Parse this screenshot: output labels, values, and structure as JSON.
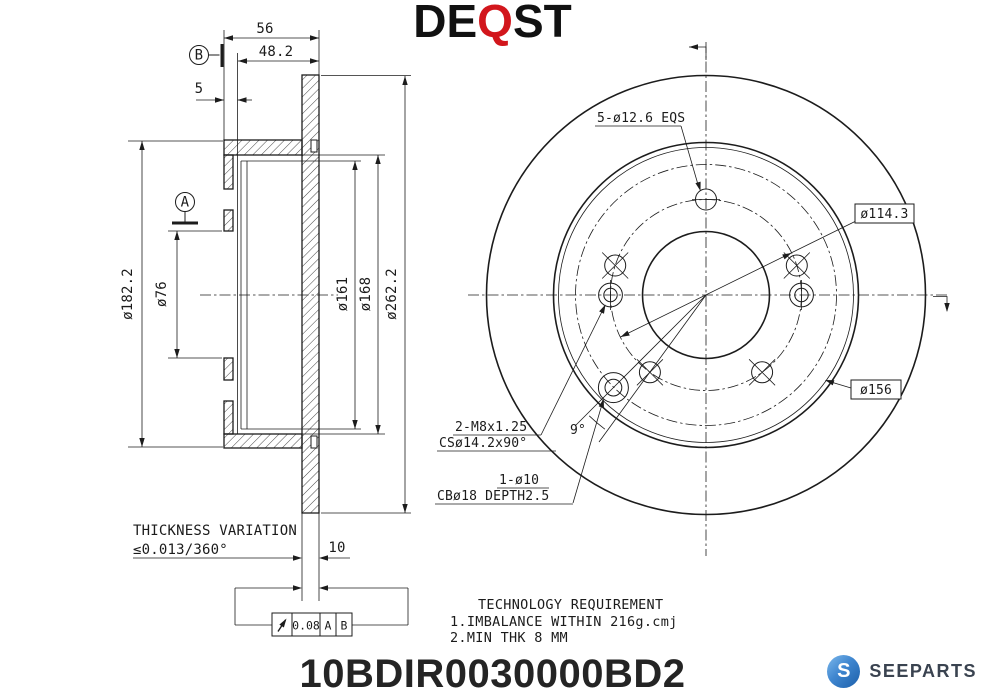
{
  "brand": {
    "prefix": "DE",
    "accent": "Q",
    "suffix": "ST"
  },
  "section_view": {
    "dim_width_overall": "56",
    "dim_width_inner": "48.2",
    "dim_wall": "5",
    "datum_b": "B",
    "datum_a": "A",
    "dia_hat": "ø182.2",
    "dia_bore": "ø76",
    "dia_inner1": "ø161",
    "dia_inner2": "ø168",
    "dia_outer": "ø262.2",
    "note_line1": "THICKNESS VARIATION",
    "note_line2": "≤0.013/360°",
    "dim_thickness": "10",
    "fcf": {
      "tolerance": "0.08",
      "datum_1": "A",
      "datum_2": "B"
    }
  },
  "front_view": {
    "callout_bolt_holes": "5-ø12.6 EQS",
    "dia_bolt_circle": "ø114.3",
    "dia_drum": "ø156",
    "callout_thread_1": "2-M8x1.25",
    "callout_thread_2": "CSø14.2x90°",
    "angle": "9°",
    "callout_service_1": "1-ø10",
    "callout_service_2": "CBø18 DEPTH2.5"
  },
  "tech_requirement": {
    "title": "TECHNOLOGY REQUIREMENT",
    "item_1": "1.IMBALANCE WITHIN 216g.cmj",
    "item_2": "2.MIN THK 8 MM"
  },
  "footer": {
    "part_number": "10BDIR0030000BD2",
    "vendor_name": "SEEPARTS",
    "vendor_icon_letter": "S"
  }
}
